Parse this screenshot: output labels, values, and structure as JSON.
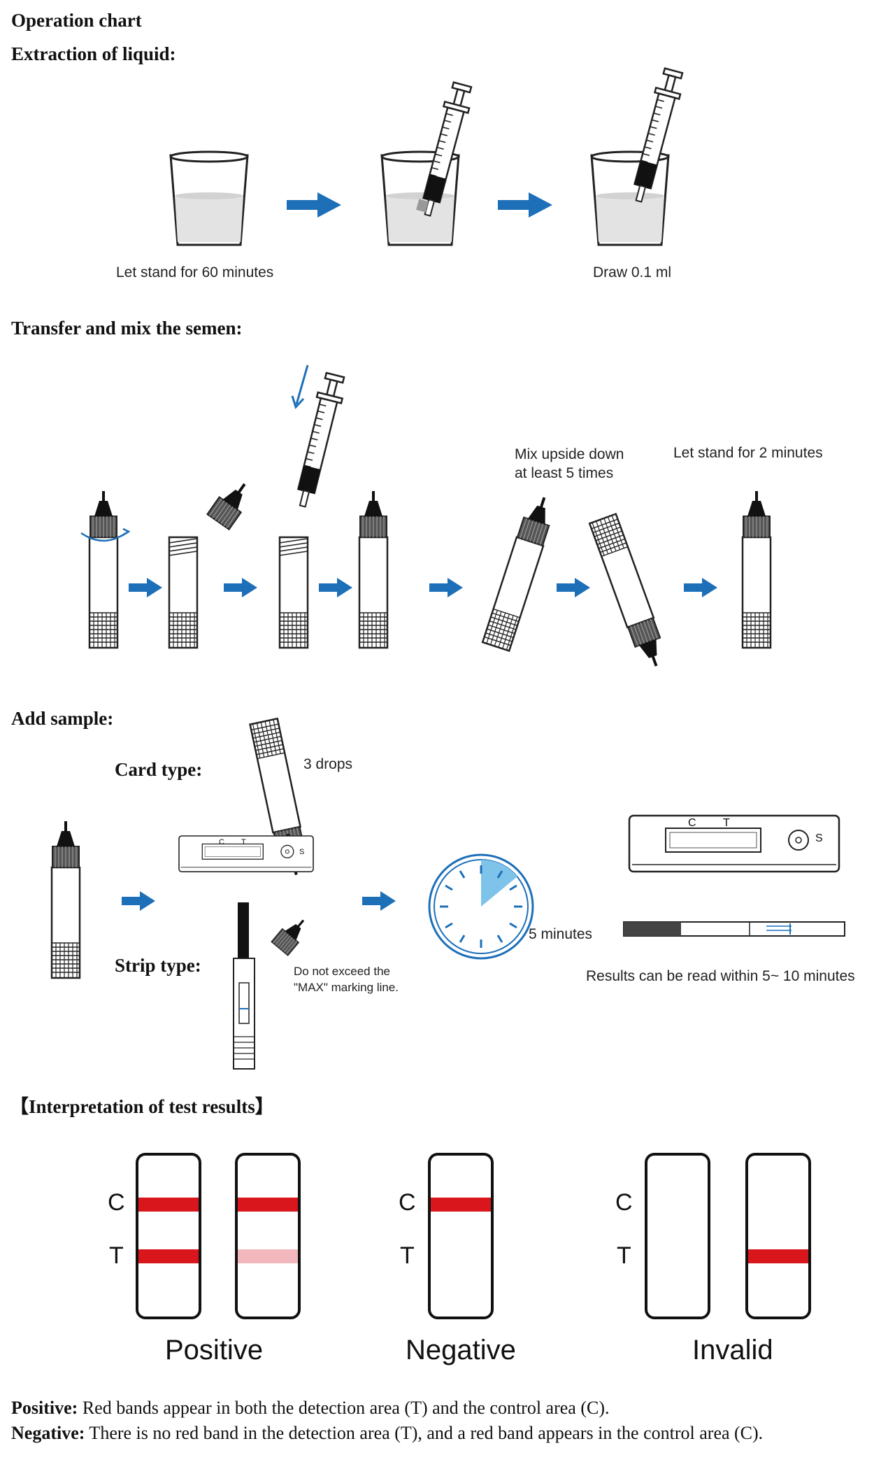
{
  "title": "Operation chart",
  "extraction": {
    "heading": "Extraction of liquid",
    "step1_caption": "Let stand for 60 minutes",
    "step3_caption": "Draw 0.1 ml"
  },
  "transfer": {
    "heading": "Transfer and mix the semen:",
    "mix_caption_line1": "Mix upside down",
    "mix_caption_line2": "at least 5 times",
    "stand_caption": "Let stand for 2 minutes"
  },
  "add_sample": {
    "heading": "Add sample",
    "card_type_label": "Card type:",
    "drops_caption": "3 drops",
    "strip_type_label": "Strip type",
    "max_note_line1": "Do not exceed the",
    "max_note_line2": "\"MAX\" marking line.",
    "timer_caption": "5 minutes",
    "results_caption": "Results can be read within 5~ 10 minutes",
    "card_marks": {
      "c": "C",
      "t": "T",
      "s": "S"
    }
  },
  "interpretation": {
    "heading": "【Interpretation of test results】",
    "line_c": "C",
    "line_t": "T",
    "positive_label": "Positive",
    "negative_label": "Negative",
    "invalid_label": "Invalid"
  },
  "legend": {
    "positive_term": "Positive:",
    "positive_text": " Red bands appear in both the detection area (T) and the control area (C).",
    "negative_term": "Negative:",
    "negative_text": " There is no red band in the detection area (T), and a red band appears in the control area (C)."
  },
  "colors": {
    "arrow": "#1d6fb8",
    "band_red": "#d9161c",
    "band_faint": "#f2b8bd",
    "liquid": "#e3e3e3",
    "timer_wedge": "#7ec3ea"
  },
  "icons": [
    "cup-icon",
    "syringe-icon",
    "arrow-right-icon",
    "tube-icon",
    "cap-icon",
    "timer-icon",
    "test-card-icon",
    "test-strip-icon"
  ]
}
